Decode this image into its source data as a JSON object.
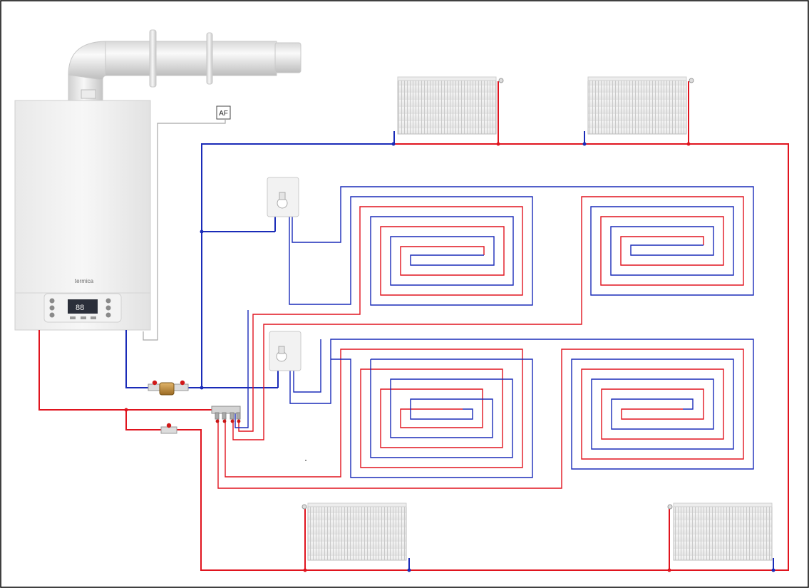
{
  "boiler": {
    "brand": "termica",
    "display": "88"
  },
  "sensor": {
    "label": "AF"
  },
  "colors": {
    "supply": "#e0141e",
    "return": "#1a2bb8",
    "sensor_wire": "#a6a6a6",
    "frame": "#000000"
  }
}
